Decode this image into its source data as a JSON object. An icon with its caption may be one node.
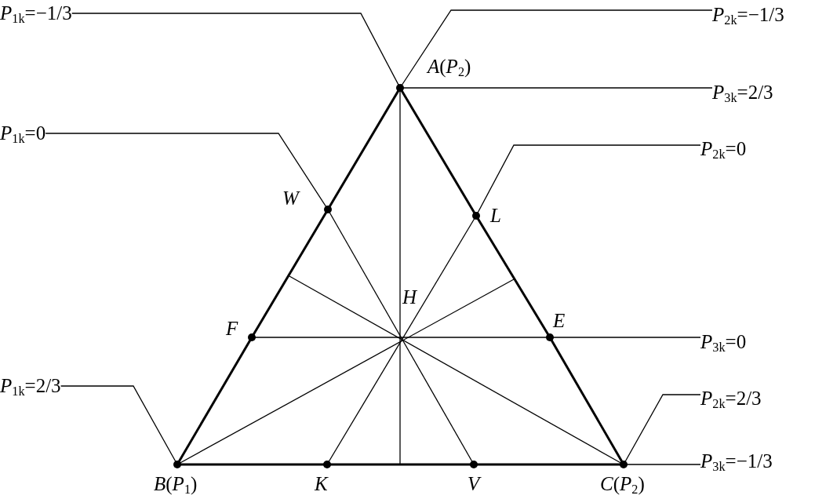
{
  "diagram": {
    "nodes": [
      {
        "text": [
          "*P*$_{1k}$=−1/3"
        ]
      },
      {
        "text": [
          "*P*$_{2k}$=−1/3"
        ]
      },
      {
        "text": [],
        "shape": "circle",
        "beside": [
          "*A*(*P*$_{2}$)"
        ]
      },
      {
        "text": [
          "*P*$_{3k}$=2/3"
        ]
      },
      {
        "text": [
          "*P*$_{1k}$=0"
        ]
      },
      {
        "text": [
          "*P*$_{2k}$=0"
        ]
      },
      {
        "text": [],
        "shape": "circle",
        "beside": [
          "*W*"
        ]
      },
      {
        "text": [],
        "shape": "circle",
        "beside": [
          "*L*"
        ]
      },
      {
        "text": [],
        "shape": "circle",
        "beside": [
          "*F*"
        ]
      },
      {
        "text": [],
        "shape": "circle",
        "beside": [
          "*E*"
        ]
      },
      {
        "text": [
          "*P*$_{3k}$=0"
        ]
      },
      {
        "text": [
          "*P*$_{1k}$=2/3"
        ]
      },
      {
        "text": [
          "*P*$_{2k}$=2/3"
        ]
      },
      {
        "text": [],
        "shape": "circle",
        "beside": [
          "*B*(*P*$_{1}$)"
        ]
      },
      {
        "text": [],
        "shape": "circle",
        "beside": [
          "*K*"
        ]
      },
      {
        "text": [],
        "shape": "circle",
        "beside": [
          "*V*"
        ]
      },
      {
        "text": [],
        "shape": "circle",
        "beside": [
          "*C*(*P*$_{2}$)"
        ]
      },
      {
        "text": [
          "*P*$_{3k}$=−1/3"
        ]
      }
    ],
    "edges": [
      {
        "from": 0,
        "to": 2,
        "arrow": "none"
      },
      {
        "from": 1,
        "to": 2,
        "arrow": "none"
      },
      {
        "from": 3,
        "to": 2,
        "arrow": "none"
      },
      {
        "from": 4,
        "to": 6,
        "arrow": "none"
      },
      {
        "from": 5,
        "to": 7,
        "arrow": "none"
      },
      {
        "from": 10,
        "to": 9,
        "arrow": "none"
      },
      {
        "from": 11,
        "to": 13,
        "arrow": "none"
      },
      {
        "from": 12,
        "to": 16,
        "arrow": "none"
      },
      {
        "from": 17,
        "to": 16,
        "arrow": "none"
      },
      {
        "from": 2,
        "to": 6,
        "arrow": "none",
        "style": "thick"
      },
      {
        "from": 6,
        "to": 8,
        "arrow": "none",
        "style": "thick"
      },
      {
        "from": 8,
        "to": 13,
        "arrow": "none",
        "style": "thick"
      },
      {
        "from": 13,
        "to": 14,
        "arrow": "none",
        "style": "thick"
      },
      {
        "from": 14,
        "to": 15,
        "arrow": "none",
        "style": "thick"
      },
      {
        "from": 15,
        "to": 16,
        "arrow": "none",
        "style": "thick"
      },
      {
        "from": 16,
        "to": 9,
        "arrow": "none",
        "style": "thick"
      },
      {
        "from": 9,
        "to": 7,
        "arrow": "none",
        "style": "thick"
      },
      {
        "from": 7,
        "to": 2,
        "arrow": "none",
        "style": "thick"
      },
      {
        "from": 6,
        "to": 15,
        "arrow": "none"
      },
      {
        "from": 7,
        "to": 14,
        "arrow": "none"
      },
      {
        "from": 8,
        "to": 9,
        "arrow": "none"
      }
    ],
    "labels": [
      "*H*"
    ]
  }
}
